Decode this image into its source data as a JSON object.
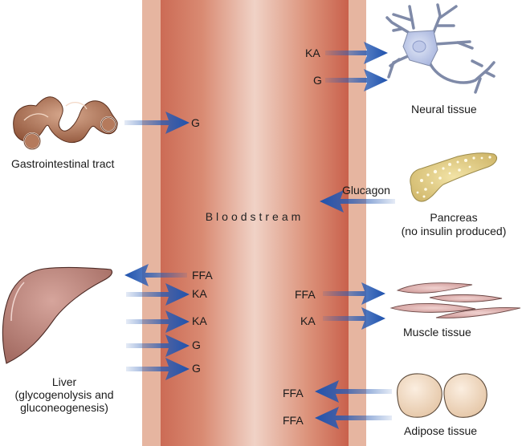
{
  "diagram": {
    "center_label": "Bloodstream",
    "colors": {
      "arrow": "#2a5db5",
      "vessel_outer": "#e6b5a0",
      "vessel_inner_edge": "#cc6b55",
      "vessel_inner_center": "#f0d2c6"
    },
    "organs": {
      "gi": {
        "label": "Gastrointestinal tract"
      },
      "neural": {
        "label": "Neural tissue"
      },
      "pancreas": {
        "label": "Pancreas",
        "sublabel": "(no insulin produced)"
      },
      "liver": {
        "label": "Liver",
        "sublabel1": "(glycogenolysis and",
        "sublabel2": "gluconeogenesis)"
      },
      "muscle": {
        "label": "Muscle tissue"
      },
      "adipose": {
        "label": "Adipose tissue"
      }
    },
    "arrows": [
      {
        "id": "gi-g",
        "from": "Gastrointestinal tract",
        "to": "Bloodstream",
        "label": "G"
      },
      {
        "id": "neural-ka",
        "from": "Bloodstream",
        "to": "Neural tissue",
        "label": "KA"
      },
      {
        "id": "neural-g",
        "from": "Bloodstream",
        "to": "Neural tissue",
        "label": "G"
      },
      {
        "id": "pancreas-glucagon",
        "from": "Pancreas",
        "to": "Bloodstream",
        "label": "Glucagon"
      },
      {
        "id": "liver-ffa",
        "from": "Bloodstream",
        "to": "Liver",
        "label": "FFA"
      },
      {
        "id": "liver-ka1",
        "from": "Liver",
        "to": "Bloodstream",
        "label": "KA"
      },
      {
        "id": "liver-ka2",
        "from": "Liver",
        "to": "Bloodstream",
        "label": "KA"
      },
      {
        "id": "liver-g1",
        "from": "Liver",
        "to": "Bloodstream",
        "label": "G"
      },
      {
        "id": "liver-g2",
        "from": "Liver",
        "to": "Bloodstream",
        "label": "G"
      },
      {
        "id": "muscle-ffa",
        "from": "Bloodstream",
        "to": "Muscle tissue",
        "label": "FFA"
      },
      {
        "id": "muscle-ka",
        "from": "Bloodstream",
        "to": "Muscle tissue",
        "label": "KA"
      },
      {
        "id": "adipose-ffa1",
        "from": "Adipose tissue",
        "to": "Bloodstream",
        "label": "FFA"
      },
      {
        "id": "adipose-ffa2",
        "from": "Adipose tissue",
        "to": "Bloodstream",
        "label": "FFA"
      }
    ]
  }
}
